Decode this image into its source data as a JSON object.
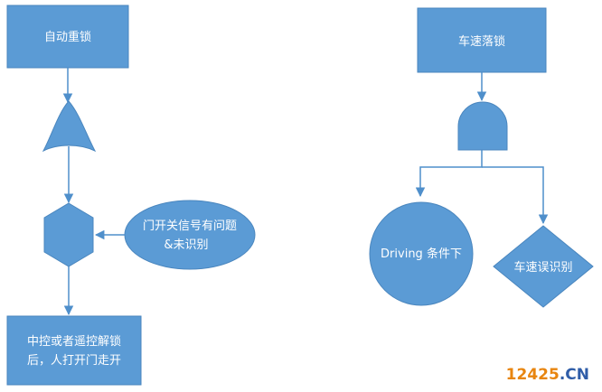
{
  "colors": {
    "node_fill": "#5B9BD5",
    "node_stroke": "#4A86BE",
    "line": "#4F8FCB",
    "text": "#ffffff",
    "watermark_orange": "#E8850F",
    "watermark_blue": "#2F5DA8"
  },
  "left_flow": {
    "top_box": "自动重锁",
    "or_gate": "",
    "hexagon": "",
    "side_condition_line1": "门开关信号有问题",
    "side_condition_line2": "&未识别",
    "bottom_box_line1": "中控或者遥控解锁",
    "bottom_box_line2": "后，人打开门走开"
  },
  "right_flow": {
    "top_box": "车速落锁",
    "and_gate": "",
    "circle": "Driving 条件下",
    "diamond": "车速误识别"
  },
  "watermark": {
    "number": "12425",
    "suffix": ".CN"
  }
}
